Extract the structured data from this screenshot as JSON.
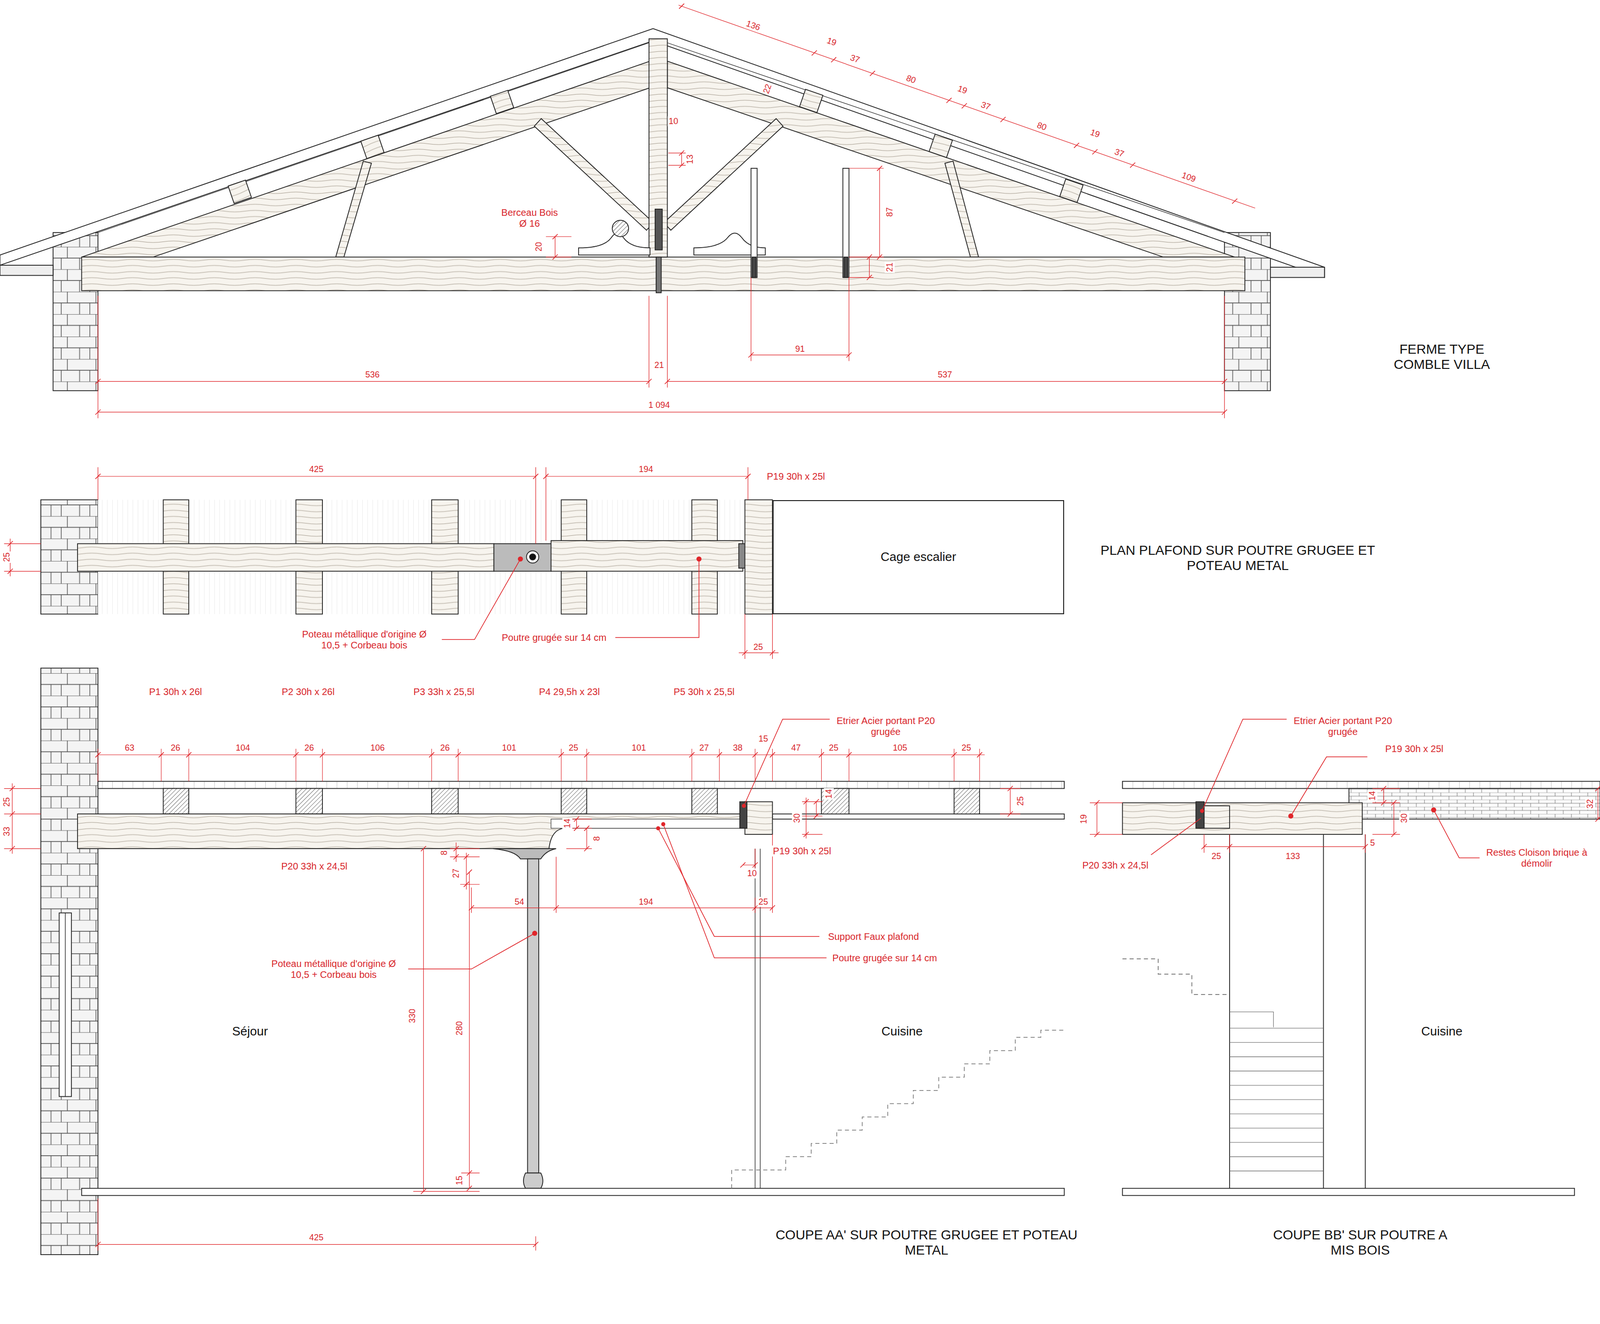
{
  "diagram": {
    "nodes": [
      {
        "text": [
          "Cage escalier"
        ]
      }
    ],
    "labels": [
      "136",
      "19",
      "37",
      "80",
      "19",
      "37",
      "80",
      "19",
      "37",
      "109",
      "22",
      "10",
      "13",
      "Berceau Bois Ø 16",
      "20",
      "87",
      "21",
      "91",
      "21",
      "536",
      "537",
      "1 094",
      "FERME TYPE COMBLE VILLA",
      "425",
      "194",
      "P19 30h x 25l",
      "25",
      "Poteau métallique d'origine Ø 10,5 + Corbeau bois",
      "Poutre grugée sur 14 cm",
      "25",
      "PLAN PLAFOND SUR POUTRE GRUGEE ET POTEAU METAL",
      "P1 30h x 26l",
      "P2 30h x 26l",
      "P3 33h x 25,5l",
      "P4 29,5h x 23l",
      "P5 30h x 25,5l",
      "Etrier Acier portant P20 grugée",
      "15",
      "63",
      "26",
      "104",
      "26",
      "106",
      "26",
      "101",
      "25",
      "101",
      "27",
      "38",
      "47",
      "25",
      "105",
      "25",
      "25",
      "33",
      "14",
      "30",
      "25",
      "P19 30h x 25l",
      "10",
      "8",
      "27",
      "14",
      "8",
      "P20 33h x 24,5l",
      "54",
      "194",
      "25",
      "Support Faux plafond",
      "Poutre grugée sur 14 cm",
      "Poteau métallique d'origine Ø 10,5 + Corbeau bois",
      "330",
      "280",
      "15",
      "Séjour",
      "Cuisine",
      "425",
      "COUPE AA' SUR POUTRE GRUGEE ET POTEAU METAL",
      "Etrier Acier portant P20 grugée",
      "P19 30h x 25l",
      "19",
      "14",
      "30",
      "5",
      "32",
      "P20 33h x 24,5l",
      "25",
      "133",
      "Restes Cloison brique à démolir",
      "Cuisine",
      "COUPE BB' SUR POUTRE A MIS BOIS"
    ]
  }
}
